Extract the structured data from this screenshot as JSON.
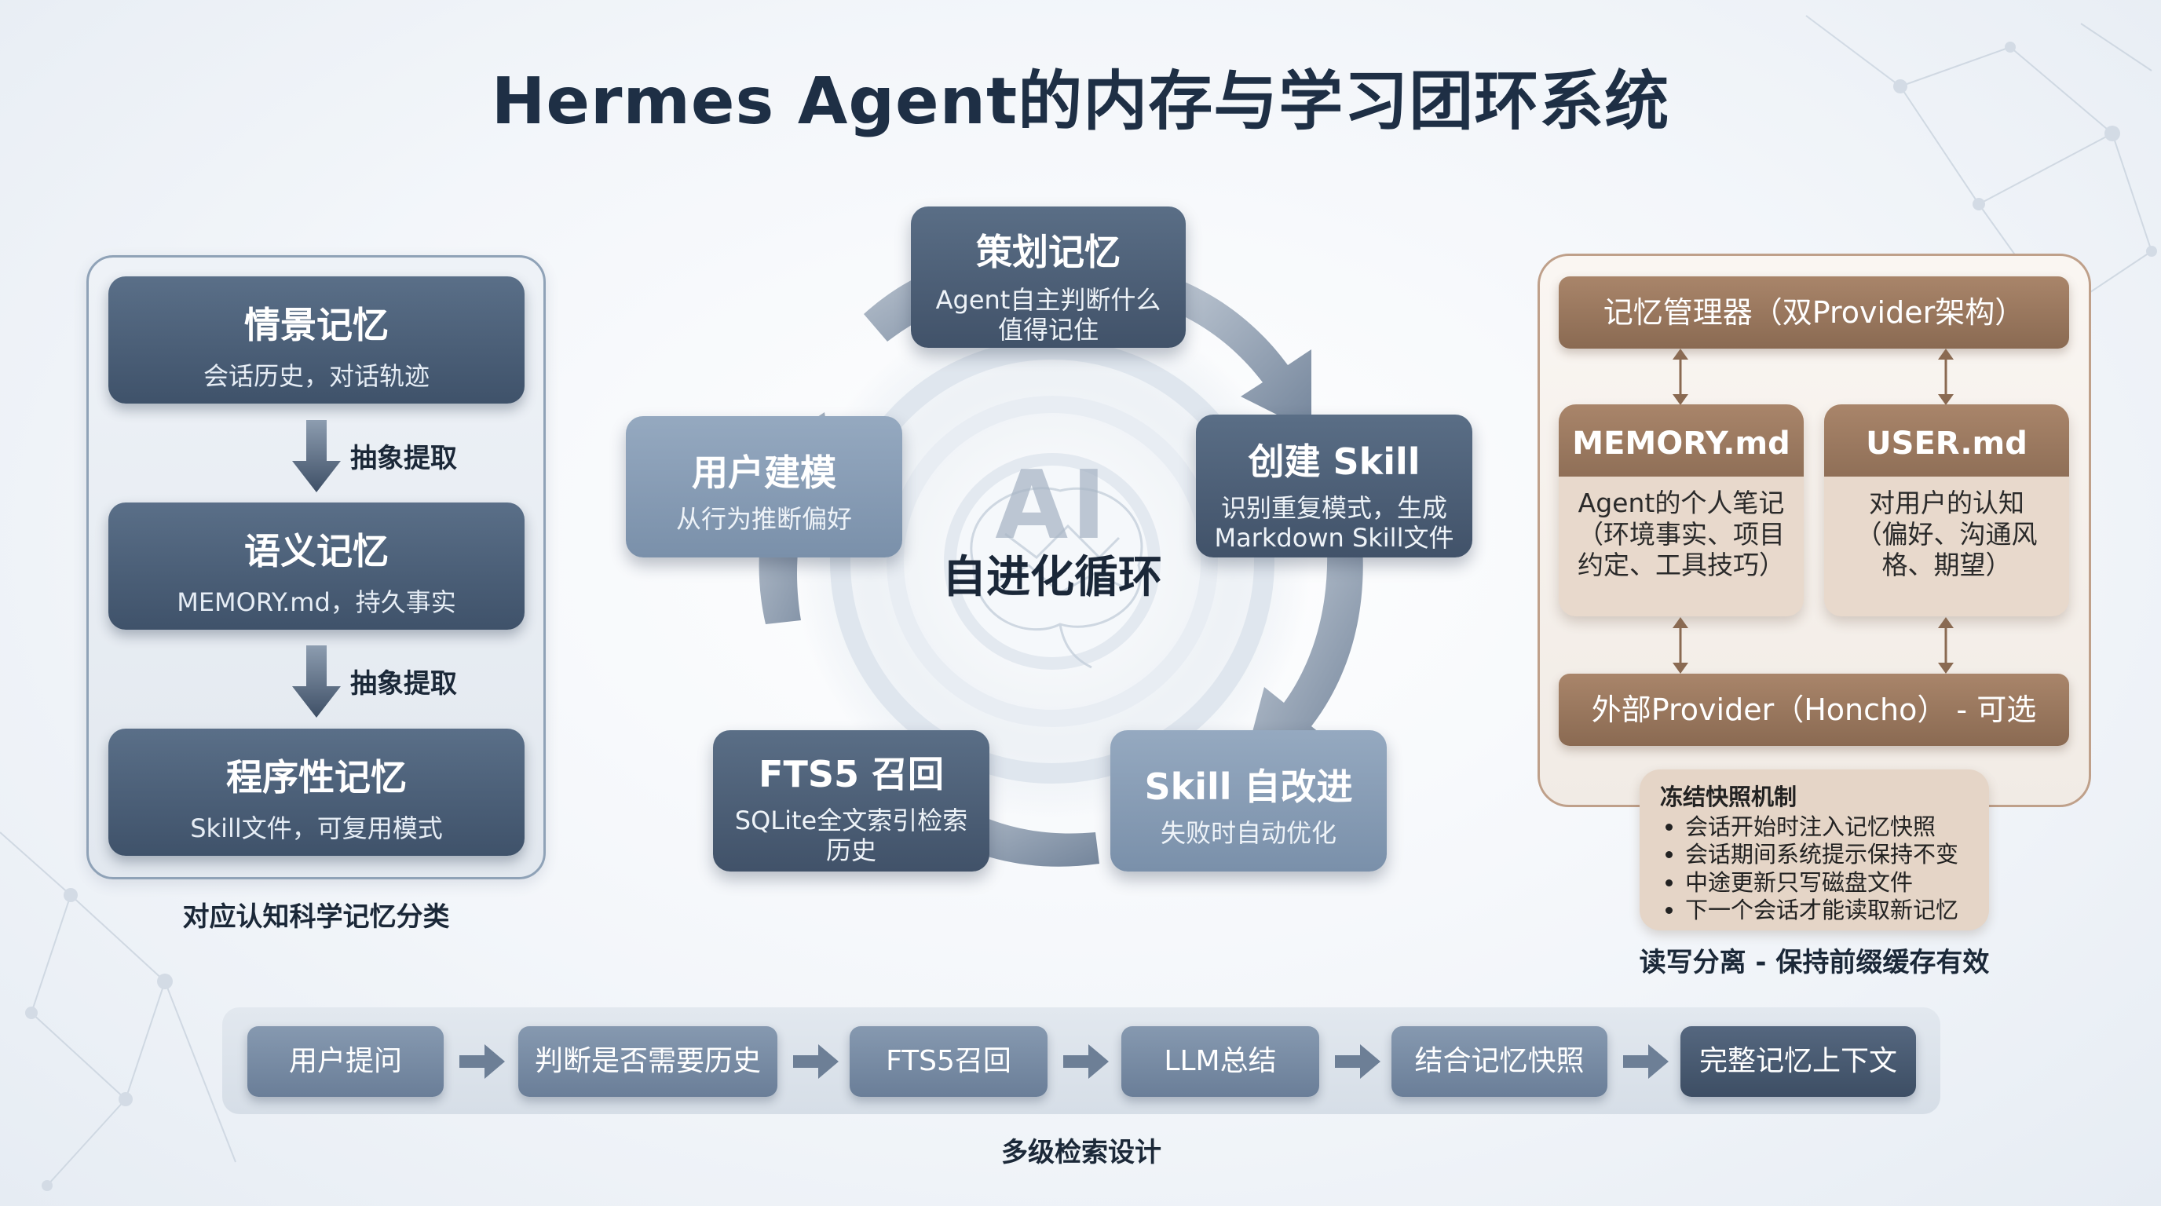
{
  "title": "Hermes Agent的内存与学习团环系统",
  "left_panel": {
    "cards": [
      {
        "title": "情景记忆",
        "subtitle": "会话历史，对话轨迹"
      },
      {
        "title": "语义记忆",
        "subtitle": "MEMORY.md，持久事实"
      },
      {
        "title": "程序性记忆",
        "subtitle": "Skill文件，可复用模式"
      }
    ],
    "arrow_labels": [
      "抽象提取",
      "抽象提取"
    ],
    "caption": "对应认知科学记忆分类"
  },
  "cycle": {
    "center_watermark": "AI",
    "center_label": "自进化循环",
    "nodes": [
      {
        "title": "策划记忆",
        "subtitle_lines": [
          "Agent自主判断什么",
          "值得记住"
        ]
      },
      {
        "title": "创建 Skill",
        "subtitle_lines": [
          "识别重复模式，生成",
          "Markdown Skill文件"
        ]
      },
      {
        "title": "Skill 自改进",
        "subtitle_lines": [
          "失败时自动优化"
        ]
      },
      {
        "title": "FTS5 召回",
        "subtitle_lines": [
          "SQLite全文索引检索",
          "历史"
        ]
      },
      {
        "title": "用户建模",
        "subtitle_lines": [
          "从行为推断偏好"
        ]
      }
    ]
  },
  "right_panel": {
    "manager": "记忆管理器（双Provider架构）",
    "memory_md": {
      "title": "MEMORY.md",
      "body_lines": [
        "Agent的个人笔记",
        "（环境事实、项目",
        "约定、工具技巧）"
      ]
    },
    "user_md": {
      "title": "USER.md",
      "body_lines": [
        "对用户的认知",
        "（偏好、沟通风",
        "格、期望）"
      ]
    },
    "external": "外部Provider（Honcho） - 可选",
    "freeze": {
      "title": "冻结快照机制",
      "items": [
        "会话开始时注入记忆快照",
        "会话期间系统提示保持不变",
        "中途更新只写磁盘文件",
        "下一个会话才能读取新记忆"
      ]
    },
    "caption": "读写分离 - 保持前缀缓存有效"
  },
  "flow": {
    "steps": [
      "用户提问",
      "判断是否需要历史",
      "FTS5召回",
      "LLM总结",
      "结合记忆快照",
      "完整记忆上下文"
    ],
    "caption": "多级检索设计"
  },
  "colors": {
    "dark_slate": "#415269",
    "light_slate": "#7a90aa",
    "brown": "#8a6a52",
    "brown_light": "#e5d5c7"
  }
}
